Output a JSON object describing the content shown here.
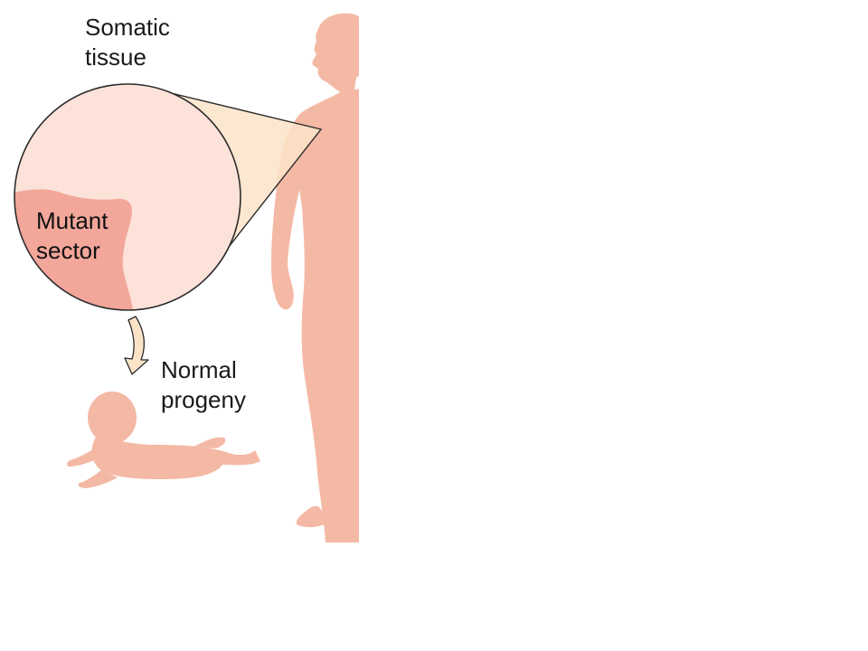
{
  "labels": {
    "somatic_tissue": [
      "Somatic",
      "tissue"
    ],
    "mutant_sector": [
      "Mutant",
      "sector"
    ],
    "normal_progeny": [
      "Normal",
      "progeny"
    ]
  },
  "colors": {
    "skin": "#f4b9a5",
    "tissue_fill": "#fce2d9",
    "mutant_fill": "#f3a69a",
    "callout_fill": "#fbe3c8",
    "arrow_fill": "#fbe3c8",
    "outline": "#2b2b2b"
  },
  "icons": {
    "adult": "adult-figure-icon",
    "baby": "baby-figure-icon",
    "arrow": "curved-arrow-icon"
  }
}
